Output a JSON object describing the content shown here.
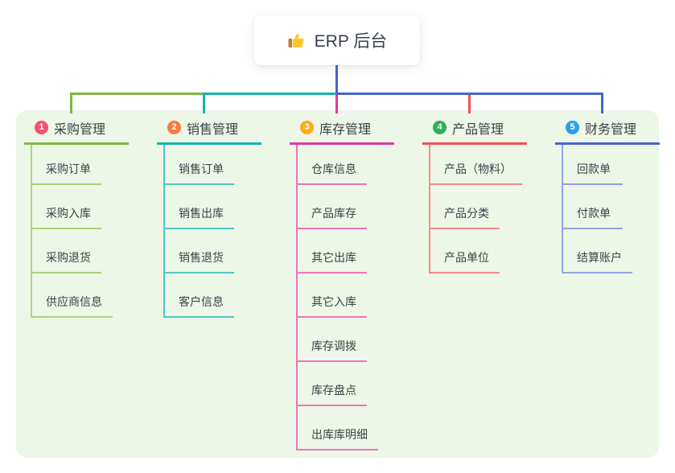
{
  "root": {
    "icon": "thumbs-up-icon",
    "title": "ERP 后台"
  },
  "canvas": {
    "page_background": "#FFFFFF",
    "panel_background": "#ECF7E7",
    "text_color": "#3C4149"
  },
  "root_connector_color": "#4A5FD0",
  "branches": [
    {
      "index": "1",
      "label": "采购管理",
      "badge_color": "#F4516C",
      "line_color": "#7CBA3F",
      "child_line_color": "#A8D47D",
      "children": [
        "采购订单",
        "采购入库",
        "采购退货",
        "供应商信息"
      ]
    },
    {
      "index": "2",
      "label": "销售管理",
      "badge_color": "#F87B3D",
      "line_color": "#12B5AE",
      "child_line_color": "#4FC9C1",
      "children": [
        "销售订单",
        "销售出库",
        "销售退货",
        "客户信息"
      ]
    },
    {
      "index": "3",
      "label": "库存管理",
      "badge_color": "#FBAC17",
      "line_color": "#E2399F",
      "child_line_color": "#F173BB",
      "children": [
        "仓库信息",
        "产品库存",
        "其它出库",
        "其它入库",
        "库存调拨",
        "库存盘点",
        "出库库明细"
      ]
    },
    {
      "index": "4",
      "label": "产品管理",
      "badge_color": "#2BB156",
      "line_color": "#F44E56",
      "child_line_color": "#F8898F",
      "children": [
        "产品（物料）",
        "产品分类",
        "产品单位"
      ]
    },
    {
      "index": "5",
      "label": "财务管理",
      "badge_color": "#2C9FE5",
      "line_color": "#4763D4",
      "child_line_color": "#93A4E5",
      "children": [
        "回款单",
        "付款单",
        "结算账户"
      ]
    }
  ]
}
